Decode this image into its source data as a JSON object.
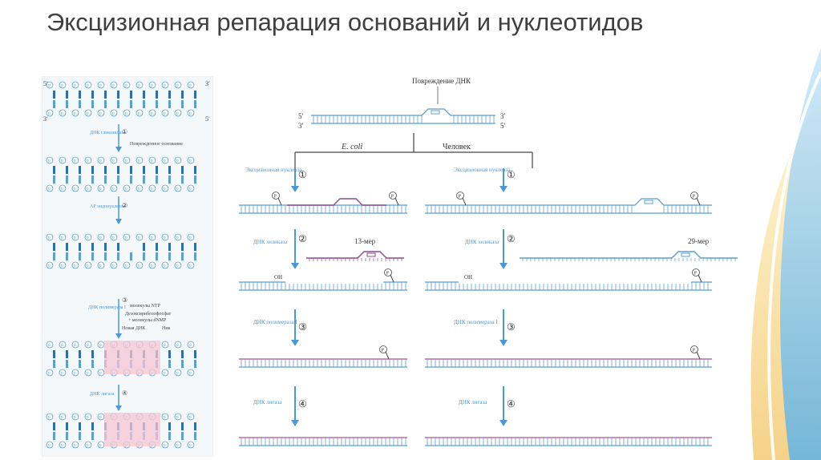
{
  "slide": {
    "title": "Эксцизионная репарация оснований и нуклеотидов"
  },
  "colors": {
    "strand_blue": "#5b9fd4",
    "new_dna_pink": "#c44a80",
    "removed_purple": "#8e4a8e",
    "highlight_pink": "#f6c6d2",
    "base_dark": "#2f6fa9",
    "title_gray": "#3f3f3f",
    "arrow_blue": "#4a98d8"
  },
  "left_panel": {
    "end_5_top": "5′",
    "end_3_top": "3′",
    "end_3_bottom": "3′",
    "end_5_bottom": "5′",
    "phosphate": "P",
    "steps": [
      {
        "num": "①",
        "enzyme": "ДНК гликозилаза",
        "note": "Поврежденное основание"
      },
      {
        "num": "②",
        "enzyme": "АР эндонуклеаза",
        "note": ""
      },
      {
        "num": "③",
        "enzyme": "ДНК полимераза I",
        "note": "Новая ДНК",
        "extra": [
          "молекулы NTP",
          "Дезоксирибозофосфат",
          "+ молекулы dNMP"
        ],
        "nick": "Ник"
      },
      {
        "num": "④",
        "enzyme": "ДНК лигаза",
        "note": ""
      }
    ]
  },
  "right_panel": {
    "damage_label": "Повреждение ДНК",
    "end_5": "5′",
    "end_3": "3′",
    "end_3_bottom": "3′",
    "end_5_bottom": "5′",
    "branch_left": "E. coli",
    "branch_right": "Человек",
    "phosphate": "P",
    "oh": "OH",
    "ecoli_steps": [
      {
        "num": "①",
        "enzyme": "Эксцизионная нуклеаза"
      },
      {
        "num": "②",
        "enzyme": "ДНК хеликаза",
        "fragment": "13-мер"
      },
      {
        "num": "③",
        "enzyme": "ДНК полимераза I"
      },
      {
        "num": "④",
        "enzyme": "ДНК лигаза"
      }
    ],
    "human_steps": [
      {
        "num": "①",
        "enzyme": "Эксцизионная нуклеаза"
      },
      {
        "num": "②",
        "enzyme": "ДНК хеликаза",
        "fragment": "29-мер"
      },
      {
        "num": "③",
        "enzyme": "ДНК полимераза I"
      },
      {
        "num": "④",
        "enzyme": "ДНК лигаза"
      }
    ]
  }
}
